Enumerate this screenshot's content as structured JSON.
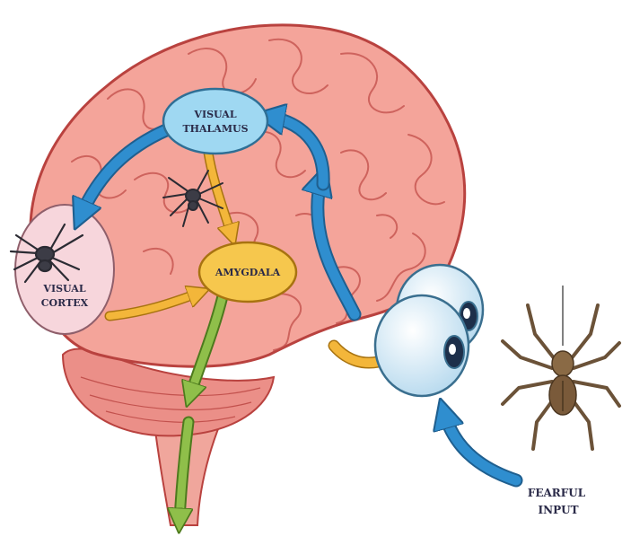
{
  "labels": {
    "visual_thalamus": [
      "VISUAL",
      "THALAMUS"
    ],
    "visual_cortex": [
      "VISUAL",
      "CORTEX"
    ],
    "amygdala": "AMYGDALA",
    "fearful_input": [
      "FEARFUL",
      "INPUT"
    ]
  },
  "icons": {
    "brain": "brain-icon",
    "eyes": "eyeballs-icon",
    "spider": "spider-icon",
    "arrow": "arrow-icon"
  },
  "colors": {
    "brain_fill": "#f4a49a",
    "brain_stroke": "#b9423f",
    "cerebellum_fill": "#eb8f88",
    "thalamus_fill": "#9fd8f2",
    "cortex_fill": "#f7d6dc",
    "amygdala_fill": "#f6c74d",
    "blue_arrow": "#2f8ecf",
    "yellow_arrow": "#f3b63a",
    "green_arrow": "#8fbf4a",
    "eye_fill": "#e8f3fb",
    "spider_body": "#6b4c2e",
    "text": "#2a2a48"
  }
}
